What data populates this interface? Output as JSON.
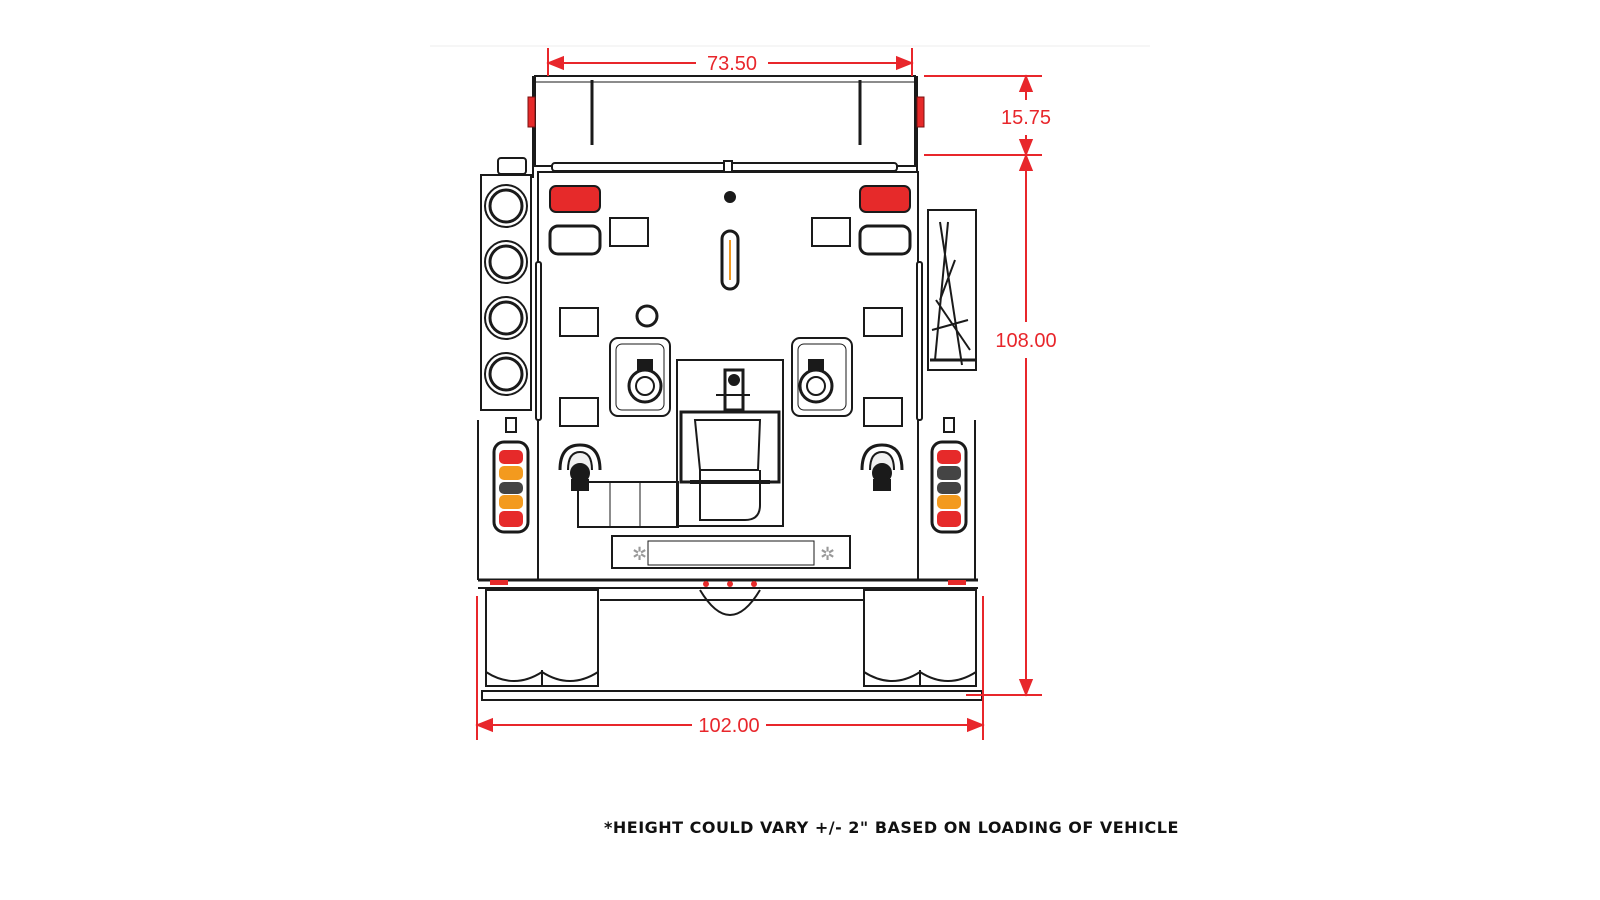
{
  "dimensions": {
    "top_width": "73.50",
    "light_bar_height": "15.75",
    "body_height": "108.00",
    "overall_width": "102.00"
  },
  "footnote": "*HEIGHT COULD VARY +/- 2\" BASED ON LOADING OF VEHICLE",
  "colors": {
    "dimension_red": "#e8262b",
    "line": "#1a1a1a",
    "amber": "#f39a1e",
    "light_red": "#e62a2a"
  }
}
